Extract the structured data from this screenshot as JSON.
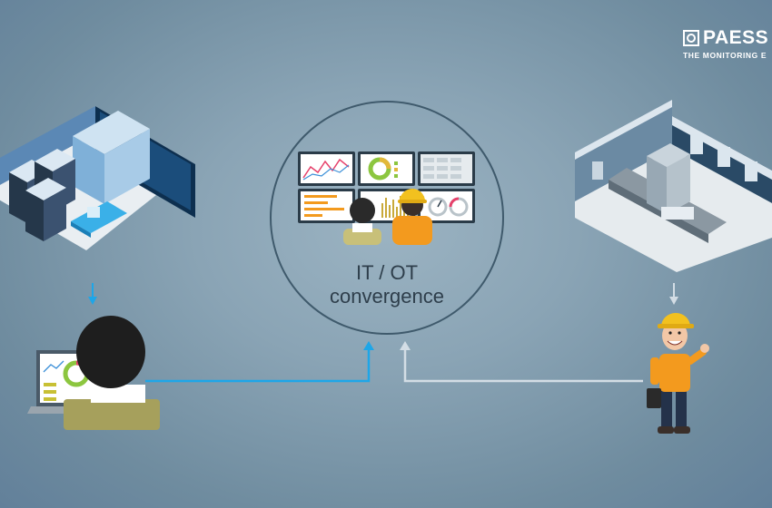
{
  "brand": {
    "name": "PAESS",
    "tagline": "THE MONITORING E"
  },
  "center": {
    "line1": "IT / OT",
    "line2": "convergence"
  },
  "colors": {
    "background": "#8aa4b5",
    "accent_blue": "#1ea6e8",
    "accent_gray": "#d3dde5",
    "helmet": "#f2c11f",
    "circle_stroke": "#3f5a6c"
  },
  "icons": [
    "it-datacenter-icon",
    "ot-factory-icon",
    "it-admin-icon",
    "ot-worker-icon",
    "monitoring-wall-icon"
  ]
}
